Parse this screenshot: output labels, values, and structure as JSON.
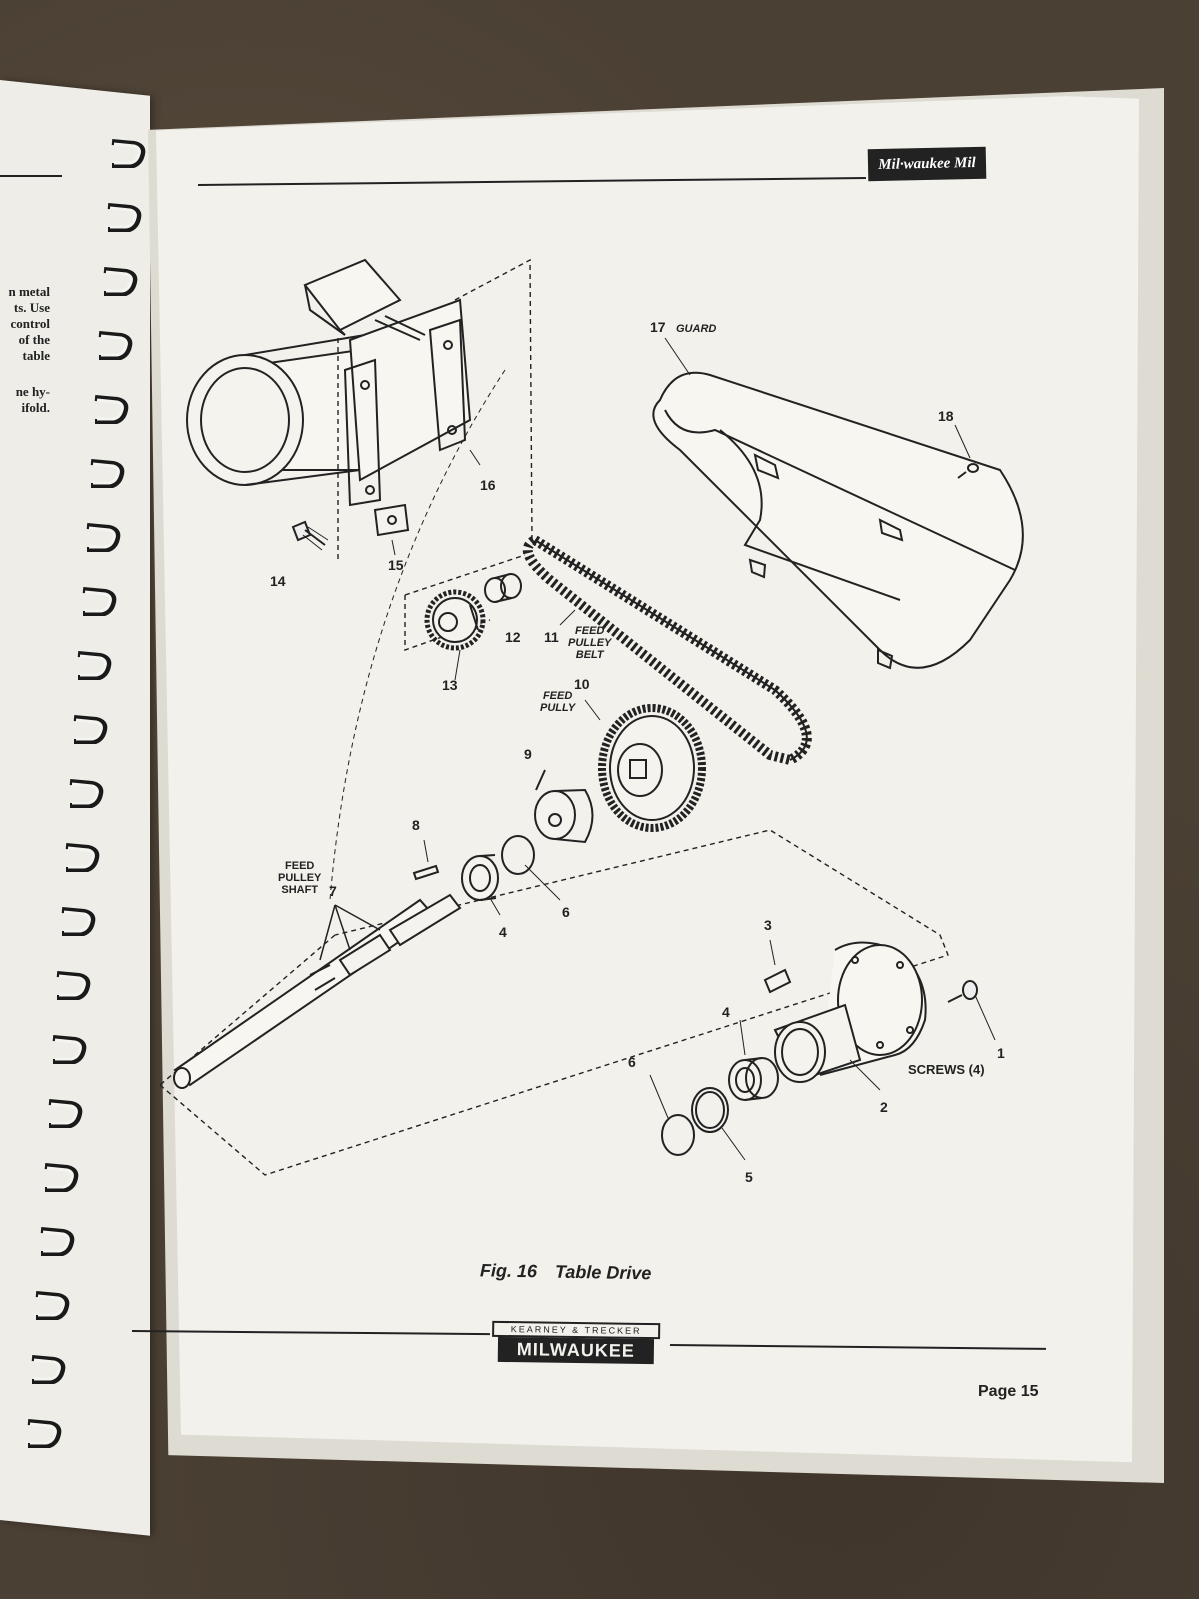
{
  "left_page": {
    "lines": [
      "n metal",
      "ts. Use",
      "control",
      "of the",
      "table",
      "",
      "ne hy-",
      "ifold."
    ]
  },
  "header": {
    "brand": "Mil·waukee Mil"
  },
  "callouts": {
    "c1": "1",
    "c2": "2",
    "c3": "3",
    "c4a": "4",
    "c4b": "4",
    "c5": "5",
    "c6a": "6",
    "c6b": "6",
    "c7": "7",
    "c8": "8",
    "c9": "9",
    "c10": "10",
    "c11": "11",
    "c12": "12",
    "c13": "13",
    "c14": "14",
    "c15": "15",
    "c16": "16",
    "c17": "17",
    "c18": "18"
  },
  "part_names": {
    "guard": "GUARD",
    "feed_pulley_belt": [
      "FEED",
      "PULLEY",
      "BELT"
    ],
    "feed_pully": [
      "FEED",
      "PULLY"
    ],
    "feed_pulley_shaft": [
      "FEED",
      "PULLEY",
      "SHAFT"
    ],
    "screws": "SCREWS (4)"
  },
  "caption": {
    "fig": "Fig. 16",
    "title": "Table Drive"
  },
  "footer": {
    "logo_top": "KEARNEY & TRECKER",
    "logo_bottom": "MILWAUKEE",
    "page": "Page 15"
  }
}
